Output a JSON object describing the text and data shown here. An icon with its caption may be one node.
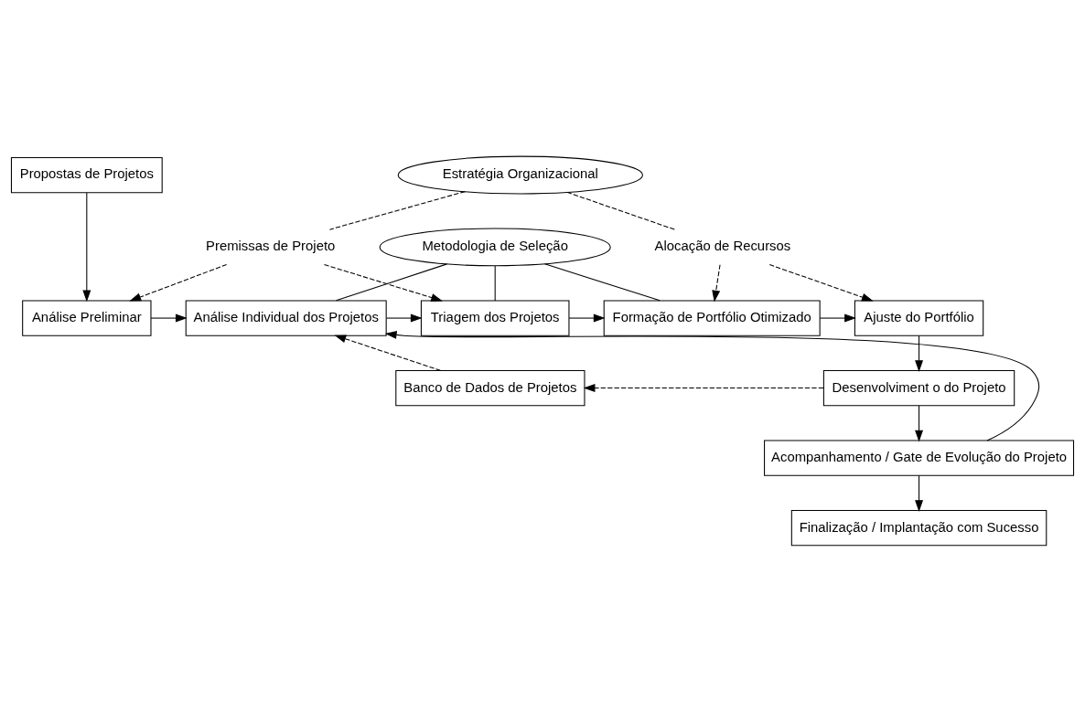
{
  "diagram": {
    "nodes": [
      {
        "text": [
          "Propostas de Projetos"
        ]
      },
      {
        "text": [
          "Estratégia Organizacional"
        ]
      },
      {
        "text": [
          "Premissas de Projeto"
        ]
      },
      {
        "text": [
          "Alocação de Recursos"
        ]
      },
      {
        "text": [
          "Análise Preliminar"
        ]
      },
      {
        "text": [
          "Análise Individual dos Projetos"
        ]
      },
      {
        "text": [
          "Triagem dos Projetos"
        ]
      },
      {
        "text": [
          "Formação de Portfólio Otimizado"
        ]
      },
      {
        "text": [
          "Ajuste do Portfólio"
        ]
      },
      {
        "text": [
          "Metodologia de Seleção"
        ]
      },
      {
        "text": [
          "Desenvolviment o do Projeto"
        ]
      },
      {
        "text": [
          "Banco de Dados de Projetos"
        ]
      },
      {
        "text": [
          "Acompanhamento / Gate de Evolução do Projeto"
        ]
      },
      {
        "text": [
          "Finalização / Implantação com Sucesso"
        ]
      }
    ],
    "edges": [
      {
        "from": 0,
        "to": 4,
        "arrow": "to"
      },
      {
        "from": 1,
        "to": 2,
        "arrow": "none",
        "style": "dashed"
      },
      {
        "from": 1,
        "to": 3,
        "arrow": "none",
        "style": "dashed"
      },
      {
        "from": 2,
        "to": 4,
        "arrow": "to",
        "style": "dashed"
      },
      {
        "from": 2,
        "to": 6,
        "arrow": "to",
        "style": "dashed"
      },
      {
        "from": 3,
        "to": 7,
        "arrow": "to",
        "style": "dashed"
      },
      {
        "from": 3,
        "to": 8,
        "arrow": "to",
        "style": "dashed"
      },
      {
        "from": 4,
        "to": 5,
        "arrow": "to"
      },
      {
        "from": 5,
        "to": 6,
        "arrow": "to"
      },
      {
        "from": 6,
        "to": 7,
        "arrow": "to"
      },
      {
        "from": 7,
        "to": 8,
        "arrow": "to"
      },
      {
        "from": 9,
        "to": 5,
        "arrow": "none"
      },
      {
        "from": 9,
        "to": 6,
        "arrow": "none"
      },
      {
        "from": 9,
        "to": 7,
        "arrow": "none"
      },
      {
        "from": 8,
        "to": 10,
        "arrow": "to"
      },
      {
        "from": 10,
        "to": 11,
        "arrow": "to",
        "style": "dashed"
      },
      {
        "from": 11,
        "to": 5,
        "arrow": "to",
        "style": "dashed"
      },
      {
        "from": 10,
        "to": 12,
        "arrow": "to"
      },
      {
        "from": 12,
        "to": 5,
        "arrow": "to"
      },
      {
        "from": 12,
        "to": 13,
        "arrow": "to"
      }
    ]
  }
}
